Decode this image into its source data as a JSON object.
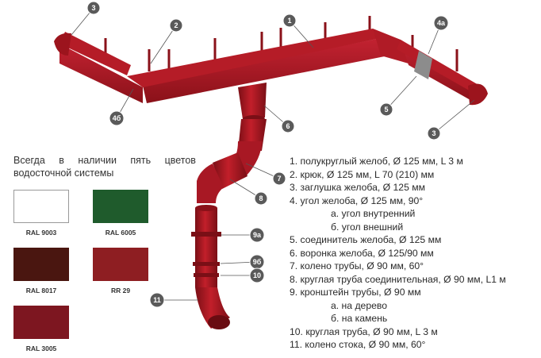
{
  "availability_text": {
    "line1_words": [
      "Всегда",
      "в",
      "наличии",
      "пять",
      "цветов"
    ],
    "line2": "водосточной системы"
  },
  "colors": [
    {
      "label": "RAL 9003",
      "hex": "#ffffff"
    },
    {
      "label": "RAL 6005",
      "hex": "#1f5b2c"
    },
    {
      "label": "RAL 8017",
      "hex": "#4a1610"
    },
    {
      "label": "RR 29",
      "hex": "#8e1e22"
    },
    {
      "label": "RAL 3005",
      "hex": "#7d1620"
    }
  ],
  "product_color": "#a3161f",
  "callouts": [
    "1",
    "2",
    "3",
    "3",
    "4а",
    "4б",
    "5",
    "6",
    "7",
    "8",
    "9а",
    "9б",
    "10",
    "11"
  ],
  "legend": [
    "1. полукруглый желоб, Ø 125 мм, L 3 м",
    "2. крюк, Ø 125 мм, L 70 (210) мм",
    "3. заглушка желоба, Ø 125 мм",
    "4. угол желоба, Ø 125 мм, 90°",
    "а. угол внутренний",
    "б. угол внешний",
    "5. соединитель желоба, Ø 125 мм",
    "6. воронка желоба, Ø 125/90 мм",
    "7. колено трубы, Ø 90 мм, 60°",
    "8. круглая труба соединительная, Ø 90 мм,  L1 м",
    "9. кронштейн трубы, Ø 90 мм",
    "а. на дерево",
    "б. на камень",
    "10. круглая труба, Ø 90 мм, L 3 м",
    "11. колено стока, Ø 90 мм, 60°"
  ]
}
